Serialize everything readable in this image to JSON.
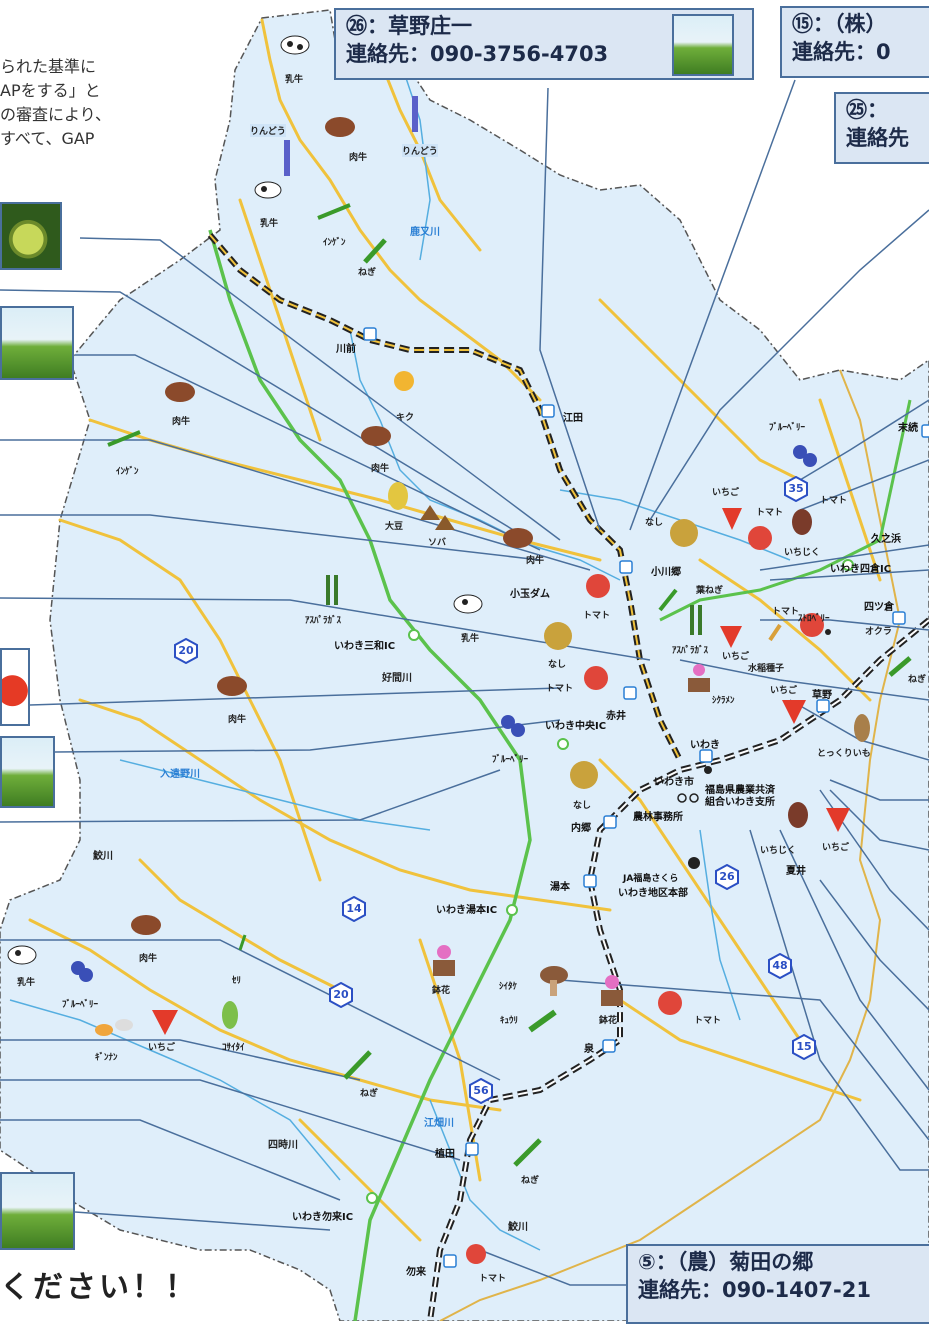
{
  "intro_lines": [
    "られた基準に",
    "APをする」と",
    "の審査により、",
    "すべて、GAP"
  ],
  "bottom_text": "ください！！",
  "callouts": [
    {
      "id": "c26",
      "line1": "㉖：草野庄一",
      "line2": "連絡先：090-3756-4703"
    },
    {
      "id": "c15",
      "line1": "⑮：（株）",
      "line2": "連絡先：0"
    },
    {
      "id": "c25",
      "line1": "㉕：",
      "line2": "連絡先"
    },
    {
      "id": "c5",
      "line1": "⑤：（農）菊田の郷",
      "line2": "連絡先：090-1407-21"
    }
  ],
  "places": {
    "kawamae": "川前",
    "eda": "江田",
    "ogawago": "小川郷",
    "kodama_dam": "小玉ダム",
    "iwaki_miwa_ic": "いわき三和IC",
    "akai": "赤井",
    "iwaki_chuo_ic": "いわき中央IC",
    "kusano": "草野",
    "iwaki": "いわき",
    "iwaki_city": "いわき市",
    "fukushima_kyosai": "福島県農業共済",
    "kyosai_branch": "組合いわき支所",
    "norin": "農林事務所",
    "uchigo": "内郷",
    "yumoto": "湯本",
    "iwaki_yumoto_ic": "いわき湯本IC",
    "ja_line1": "JA福島さくら",
    "ja_line2": "いわき地区本部",
    "izumi": "泉",
    "ueda": "植田",
    "iwaki_nakoso_ic": "いわき勿来IC",
    "nakoso": "勿来",
    "natsui": "夏井",
    "hisanohama": "久之浜",
    "suetsugi": "末続",
    "iwaki_yotsukura_ic": "いわき四倉IC",
    "yotsukura": "四ツ倉"
  },
  "rivers": {
    "kanomata": "鹿又川",
    "koma": "好間川",
    "iriyano": "入遠野川",
    "samegawa": "鮫川",
    "egawa": "江畑川",
    "shitoki": "四時川",
    "samegawa2": "鮫川"
  },
  "routes": {
    "r20a": "20",
    "r35": "35",
    "r14": "14",
    "r20b": "20",
    "r26": "26",
    "r48": "48",
    "r15": "15",
    "r56": "56"
  },
  "items": {
    "nyugyu1": "乳牛",
    "rindou1": "りんどう",
    "nikugyu1": "肉牛",
    "rindou2": "りんどう",
    "nyugyu2": "乳牛",
    "ingen1": "ｲﾝｹﾞﾝ",
    "negi1": "ねぎ",
    "kiku": "キク",
    "nikugyu2": "肉牛",
    "nikugyu3": "肉牛",
    "ingen2": "ｲﾝｹﾞﾝ",
    "daizu": "大豆",
    "soba": "ソバ",
    "nikugyu4": "肉牛",
    "blueberry1": "ﾌﾞﾙｰﾍﾞﾘｰ",
    "ichigo1": "いちご",
    "tomato1": "トマト",
    "nashi1": "なし",
    "ichijiku1": "いちじく",
    "tomato_n": "トマト",
    "asparagus1": "ｱｽﾊﾟﾗｶﾞｽ",
    "nyugyu3": "乳牛",
    "tomato2": "トマト",
    "hanegi": "葉ねぎ",
    "asparagus2": "ｱｽﾊﾟﾗｶﾞｽ",
    "ichigo2": "いちご",
    "suito": "水稲種子",
    "tomato3": "トマト",
    "strawberry_e": "ｽﾄﾛﾍﾞﾘｰ",
    "okura": "オクラ",
    "nashi2": "なし",
    "tomato4": "トマト",
    "cyclamen": "ｼｸﾗﾒﾝ",
    "ichigo3": "いちご",
    "nikugyu5": "肉牛",
    "blueberry2": "ﾌﾞﾙｰﾍﾞﾘｰ",
    "tokkuri": "とっくりいも",
    "nashi3": "なし",
    "ichijiku2": "いちじく",
    "ichigo4": "いちご",
    "negi_e": "ねぎ",
    "nyugyu4": "乳牛",
    "nikugyu6": "肉牛",
    "seri": "ｾﾘ",
    "blueberry3": "ﾌﾞﾙｰﾍﾞﾘｰ",
    "ichigo5": "いちご",
    "kosaitai": "ｺｻｲﾀｲ",
    "ginnan": "ｷﾞﾝﾅﾝ",
    "hachibana1": "鉢花",
    "shiitake": "ｼｲﾀｹ",
    "kyuri": "ｷｭｳﾘ",
    "hachibana2": "鉢花",
    "tomato5": "トマト",
    "negi2": "ねぎ",
    "negi3": "ねぎ",
    "tomato6": "トマト"
  }
}
